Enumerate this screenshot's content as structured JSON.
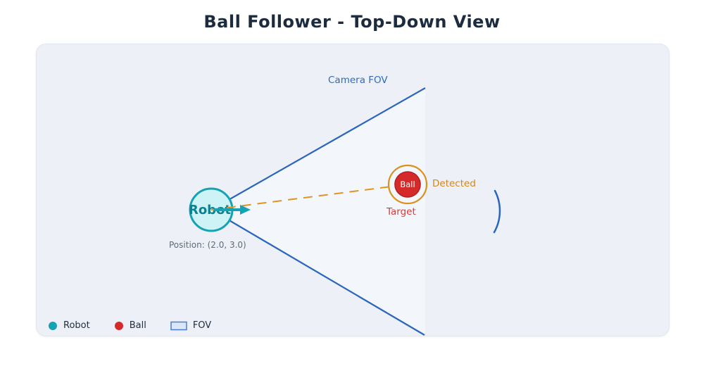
{
  "title": "Ball Follower - Top-Down View",
  "scene": {
    "camera_fov_label": "Camera FOV",
    "robot_label": "Robot",
    "ball_label": "Ball",
    "detected_label": "Detected",
    "target_label": "Target",
    "position_label": "Position: (2.0, 3.0)"
  },
  "legend": {
    "items": [
      {
        "id": "robot",
        "label": "Robot"
      },
      {
        "id": "ball",
        "label": "Ball"
      },
      {
        "id": "fov",
        "label": "FOV"
      }
    ]
  },
  "colors": {
    "title_text": "#1c2b3e",
    "panel_bg": "#edf1f7",
    "panel_border": "#e0e6ef",
    "fov_wedge_fill": "#f3f6fb",
    "fov_blue": "#2a65be",
    "camera_fov_text": "#2e6bbf",
    "teal": "#15a2b4",
    "robot_fill": "#cdf3f6",
    "robot_text": "#0d8193",
    "ball_fill": "#d42a2a",
    "ball_stroke": "#b22222",
    "ball_text": "#ffffff",
    "ring_orange": "#d8921e",
    "dash_orange": "#e0941f",
    "detected_text": "#d2871c",
    "target_text": "#d43c3c",
    "position_text": "#5f6b78",
    "legend_text": "#232e3c",
    "fov_swatch_fill": "#dbe7f8",
    "fov_swatch_stroke": "#4a7fd0"
  }
}
